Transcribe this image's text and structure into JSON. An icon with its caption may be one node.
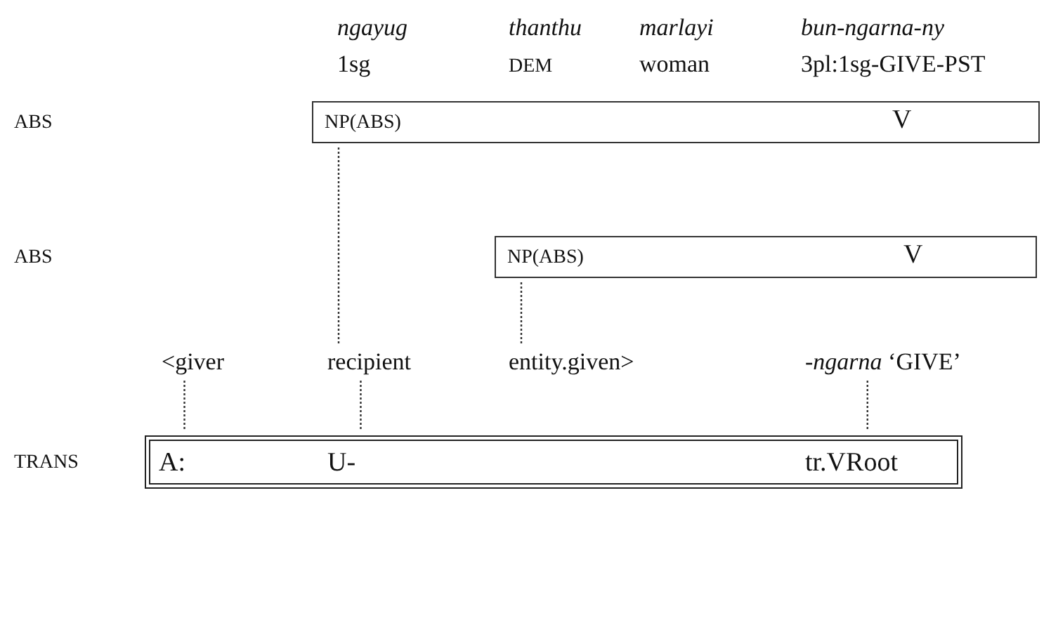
{
  "diagram": {
    "nodes": [
      {
        "text": [],
        "shape": "box"
      },
      {
        "text": [
          "NP(ABS)"
        ],
        "in": 0
      },
      {
        "text": [
          "V"
        ],
        "in": 0
      },
      {
        "text": [],
        "shape": "box"
      },
      {
        "text": [
          "NP(ABS)"
        ],
        "in": 3
      },
      {
        "text": [
          "V"
        ],
        "in": 3
      },
      {
        "text": [
          "<giver"
        ]
      },
      {
        "text": [
          "recipient"
        ]
      },
      {
        "text": [
          "entity.given>"
        ]
      },
      {
        "text": [
          "*-ngarna* ‘GIVE’"
        ]
      },
      {
        "text": [],
        "shape": "box",
        "beside": [
          "TRANS"
        ]
      },
      {
        "text": [
          "A:"
        ],
        "in": 10
      },
      {
        "text": [
          "U-"
        ],
        "in": 10
      },
      {
        "text": [
          "tr.VRoot"
        ],
        "in": 10
      }
    ],
    "edges": [
      {
        "from": 1,
        "to": 7,
        "arrow": "none",
        "style": "dashed"
      },
      {
        "from": 4,
        "to": 8,
        "arrow": "none",
        "style": "dashed"
      },
      {
        "from": 6,
        "to": 11,
        "arrow": "none",
        "style": "dashed"
      },
      {
        "from": 7,
        "to": 12,
        "arrow": "none",
        "style": "dashed"
      },
      {
        "from": 9,
        "to": 13,
        "arrow": "none",
        "style": "dashed"
      }
    ],
    "labels": [
      "ngayug",
      "thanthu",
      "marlayi",
      "bun-ngarna-ny",
      "1sg",
      "DEM",
      "woman",
      "3pl:1sg-GIVE-PST",
      "ABS",
      "ABS"
    ]
  }
}
